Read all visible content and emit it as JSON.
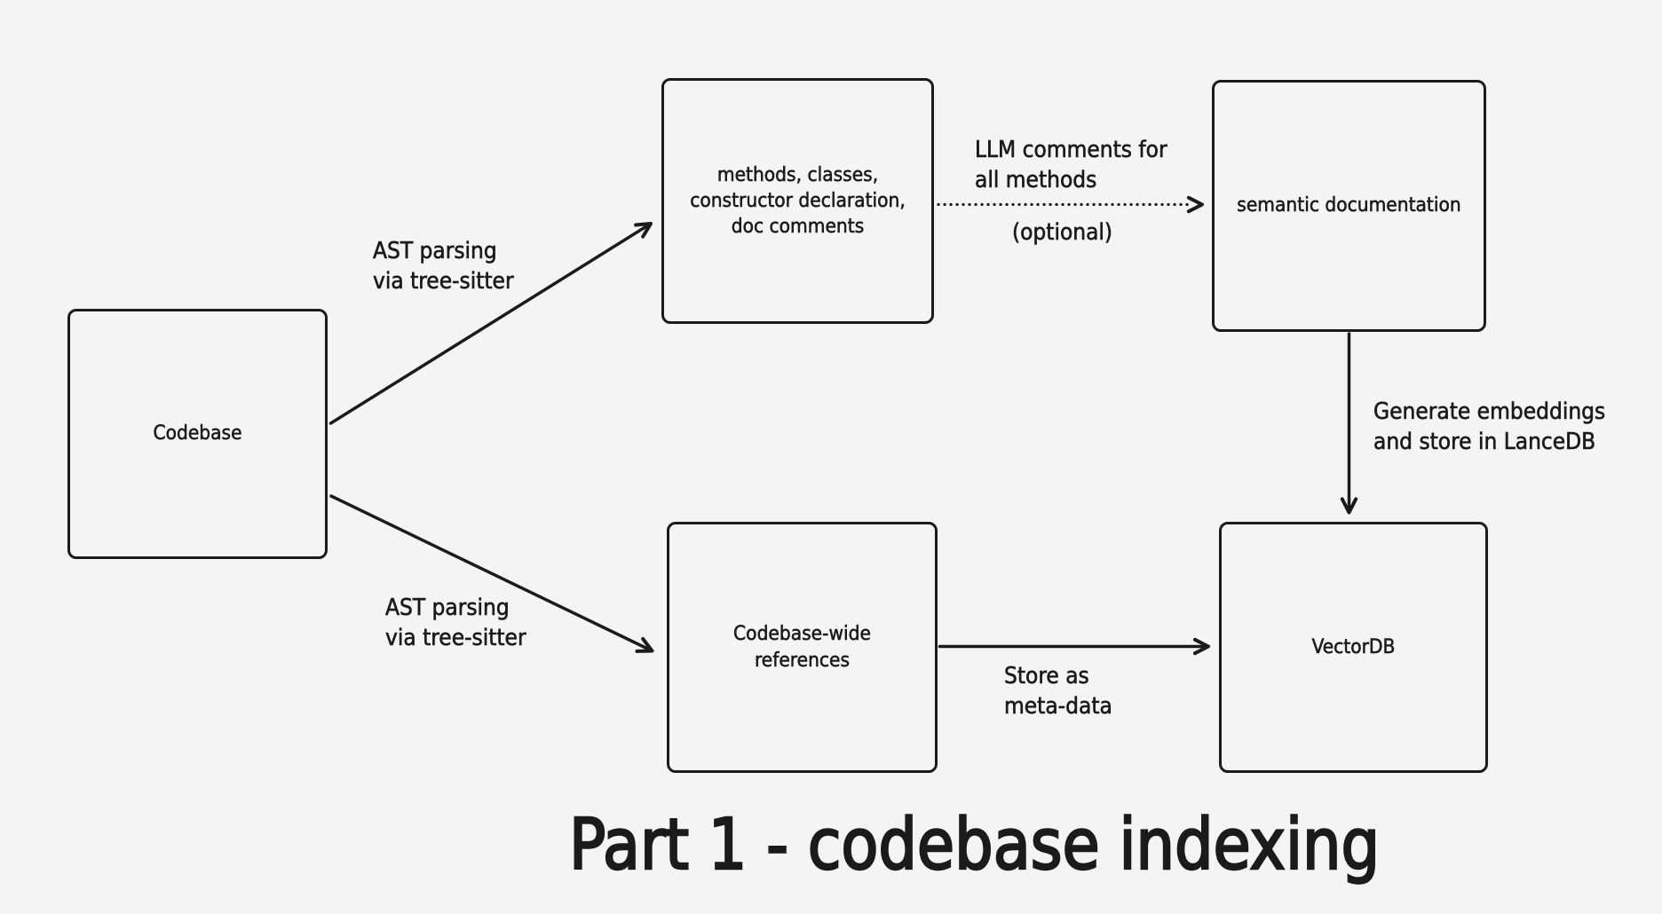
{
  "canvas": {
    "background_color": "#f4f4f6",
    "ink_color": "#1b1b1d"
  },
  "title": "Part 1 - codebase indexing",
  "nodes": [
    {
      "id": "codebase",
      "label": "Codebase"
    },
    {
      "id": "extracted-symbols",
      "label": "methods, classes,\nconstructor declaration,\ndoc comments"
    },
    {
      "id": "semantic-documentation",
      "label": "semantic documentation"
    },
    {
      "id": "codebase-wide-references",
      "label": "Codebase-wide\nreferences"
    },
    {
      "id": "vectordb",
      "label": "VectorDB"
    }
  ],
  "edges": [
    {
      "id": "a",
      "from": "codebase",
      "to": "extracted-symbols",
      "style": "solid",
      "label": "AST parsing\nvia tree-sitter"
    },
    {
      "id": "b",
      "from": "codebase",
      "to": "codebase-wide-references",
      "style": "solid",
      "label": "AST parsing\nvia tree-sitter"
    },
    {
      "id": "c",
      "from": "extracted-symbols",
      "to": "semantic-documentation",
      "style": "dotted",
      "label": "LLM comments for\nall methods",
      "sublabel": "(optional)"
    },
    {
      "id": "d",
      "from": "semantic-documentation",
      "to": "vectordb",
      "style": "solid",
      "label": "Generate embeddings\nand store in LanceDB"
    },
    {
      "id": "e",
      "from": "codebase-wide-references",
      "to": "vectordb",
      "style": "solid",
      "label": "Store as\nmeta-data"
    }
  ]
}
